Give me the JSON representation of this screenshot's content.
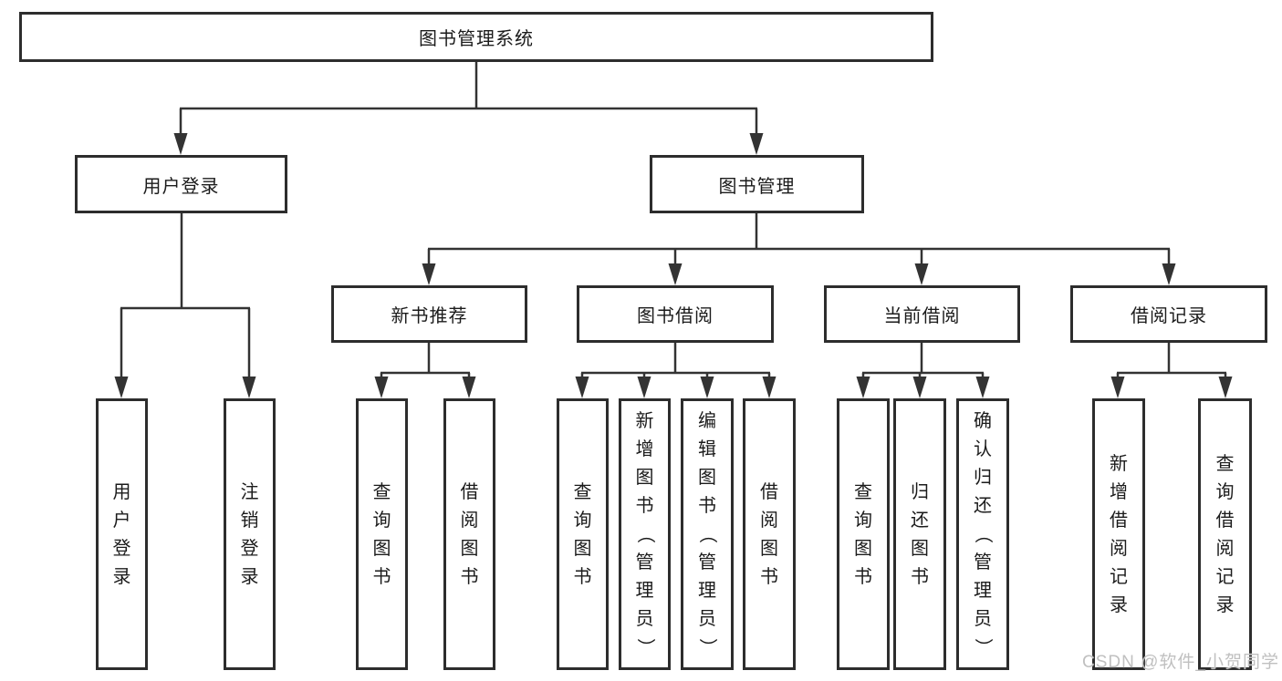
{
  "diagram": {
    "root": {
      "label": "图书管理系统"
    },
    "level2": [
      {
        "id": "user-login",
        "label": "用户登录"
      },
      {
        "id": "book-management",
        "label": "图书管理"
      }
    ],
    "level3": [
      {
        "id": "new-book-recommend",
        "label": "新书推荐"
      },
      {
        "id": "book-borrowing",
        "label": "图书借阅"
      },
      {
        "id": "current-borrowing",
        "label": "当前借阅"
      },
      {
        "id": "borrowing-records",
        "label": "借阅记录"
      }
    ],
    "leaves": [
      {
        "id": "user-login",
        "label": "用户登录"
      },
      {
        "id": "logout",
        "label": "注销登录"
      },
      {
        "id": "query-books-recommend",
        "label": "查询图书"
      },
      {
        "id": "borrow-books-recommend",
        "label": "借阅图书"
      },
      {
        "id": "query-books-borrowing",
        "label": "查询图书"
      },
      {
        "id": "add-book-admin",
        "label": "新增图书（管理员）"
      },
      {
        "id": "edit-book-admin",
        "label": "编辑图书（管理员）"
      },
      {
        "id": "borrow-books-borrowing",
        "label": "借阅图书"
      },
      {
        "id": "query-books-current",
        "label": "查询图书"
      },
      {
        "id": "return-books",
        "label": "归还图书"
      },
      {
        "id": "confirm-return-admin",
        "label": "确认归还（管理员）"
      },
      {
        "id": "add-borrow-record",
        "label": "新增借阅记录"
      },
      {
        "id": "query-borrow-record",
        "label": "查询借阅记录"
      }
    ],
    "watermark": "CSDN @软件_小贺同学",
    "colors": {
      "line": "#333333",
      "box_border": "#2d2d2d",
      "text": "#1b1b1b",
      "watermark": "#c0c0c0",
      "background": "#ffffff"
    }
  }
}
